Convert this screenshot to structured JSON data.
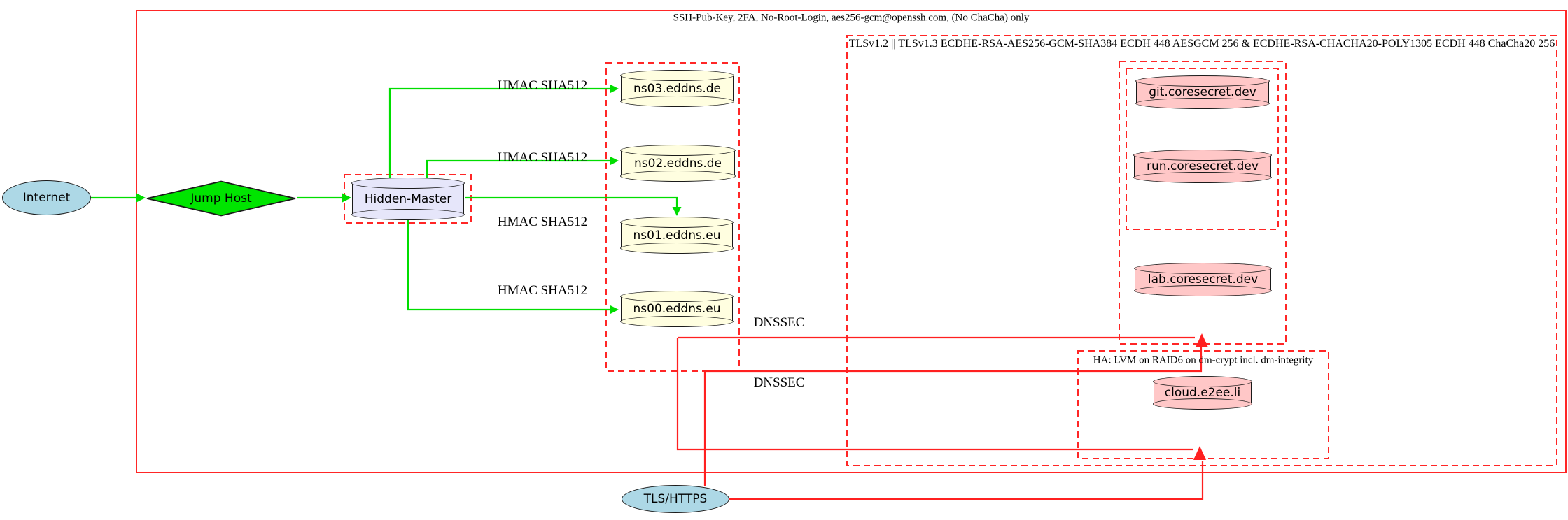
{
  "clusters": {
    "ssh": {
      "label": "SSH-Pub-Key, 2FA, No-Root-Login, aes256-gcm@openssh.com, (No ChaCha) only"
    },
    "tls": {
      "label": "TLSv1.2 || TLSv1.3 ECDHE-RSA-AES256-GCM-SHA384 ECDH 448 AESGCM 256 & ECDHE-RSA-CHACHA20-POLY1305 ECDH 448 ChaCha20 256"
    },
    "ha": {
      "label": "HA: LVM on RAID6 on dm-crypt incl. dm-integrity"
    }
  },
  "nodes": {
    "internet": "Internet",
    "jump_host": "Jump Host",
    "hidden_master": "Hidden-Master",
    "ns03": "ns03.eddns.de",
    "ns02": "ns02.eddns.de",
    "ns01": "ns01.eddns.eu",
    "ns00": "ns00.eddns.eu",
    "git": "git.coresecret.dev",
    "run": "run.coresecret.dev",
    "lab": "lab.coresecret.dev",
    "cloud": "cloud.e2ee.li",
    "tls_https": "TLS/HTTPS"
  },
  "edge_labels": {
    "hmac": "HMAC SHA512",
    "dnssec": "DNSSEC"
  },
  "colors": {
    "cluster_border_red": "#ff2626",
    "edge_red": "#ff2020",
    "edge_green": "#00dd00",
    "node_lightblue": "#add8e6",
    "node_green": "#00e500",
    "node_lavender": "#e6e6fa",
    "node_lightyellow": "#fffee0",
    "node_pink": "#ffc7c7"
  }
}
